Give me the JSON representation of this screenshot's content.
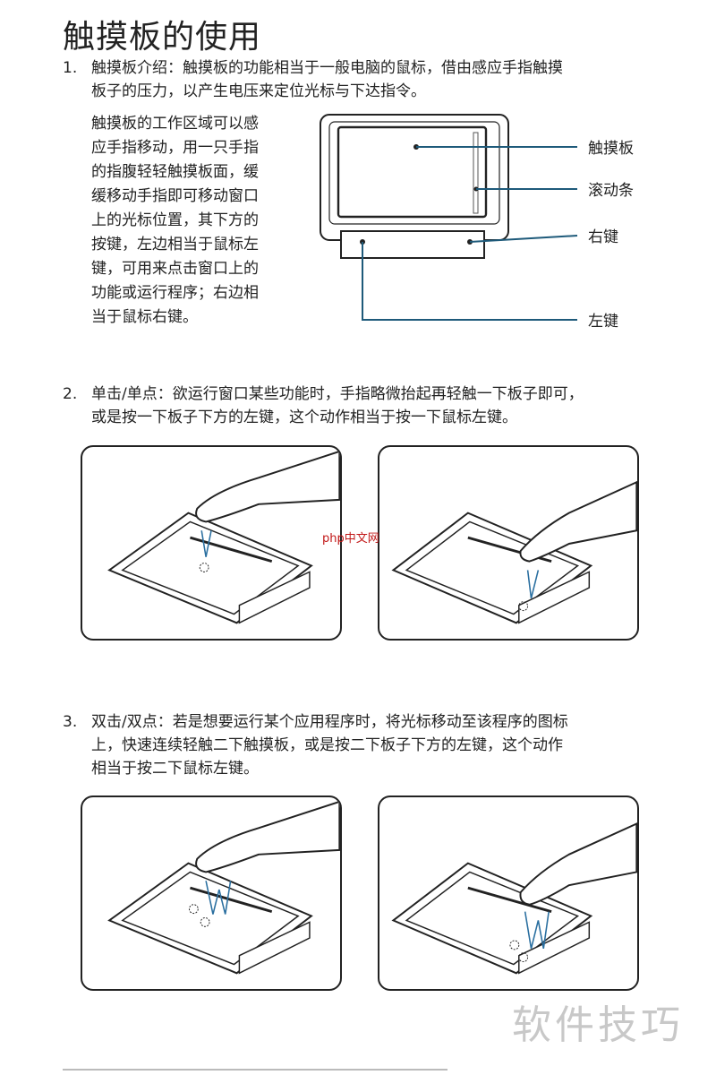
{
  "page": {
    "title": "触摸板的使用"
  },
  "sections": [
    {
      "number": "1.",
      "lines": [
        "触摸板介绍：触摸板的功能相当于一般电脑的鼠标，借由感应手指触摸",
        "板子的压力，以产生电压来定位光标与下达指令。"
      ],
      "detail_lines": [
        "触摸板的工作区域可以感",
        "应手指移动，用一只手指",
        "的指腹轻轻触摸板面，缓",
        "缓移动手指即可移动窗口",
        "上的光标位置，其下方的",
        "按键，左边相当于鼠标左",
        "键，可用来点击窗口上的",
        "功能或运行程序；右边相",
        "当于鼠标右键。"
      ],
      "diagram_labels": {
        "touchpad": "触摸板",
        "scrollbar": "滚动条",
        "right_button": "右键",
        "left_button": "左键"
      }
    },
    {
      "number": "2.",
      "lines": [
        "单击/单点：欲运行窗口某些功能时，手指略微抬起再轻触一下板子即可，",
        "或是按一下板子下方的左键，这个动作相当于按一下鼠标左键。"
      ]
    },
    {
      "number": "3.",
      "lines": [
        "双击/双点：若是想要运行某个应用程序时，将光标移动至该程序的图标",
        "上，快速连续轻触二下触摸板，或是按二下板子下方的左键，这个动作",
        "相当于按二下鼠标左键。"
      ]
    }
  ],
  "watermarks": {
    "php": "php中文网",
    "site": "软件技巧"
  }
}
